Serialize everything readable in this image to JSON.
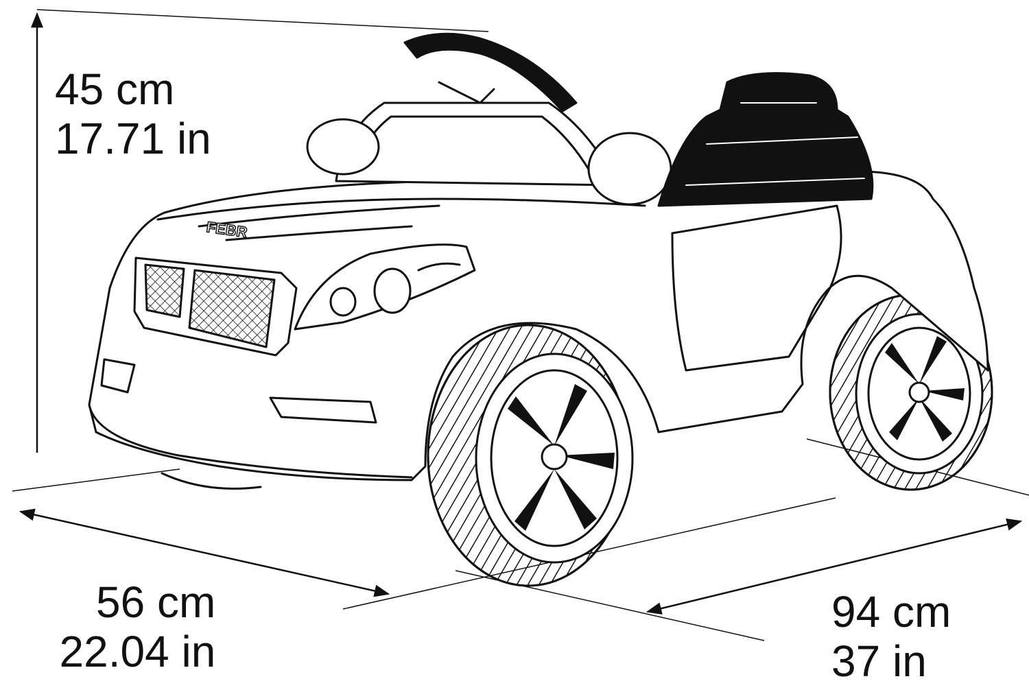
{
  "dimensions": {
    "height": {
      "metric": "45 cm",
      "imperial": "17.71 in"
    },
    "depth": {
      "metric": "56 cm",
      "imperial": "22.04 in"
    },
    "length": {
      "metric": "94 cm",
      "imperial": "37 in"
    }
  },
  "colors": {
    "ink": "#111111",
    "background": "#ffffff"
  },
  "icons": [
    "ride-on-car-illustration",
    "steering-wheel-icon",
    "seat-icon",
    "wheel-icon"
  ]
}
